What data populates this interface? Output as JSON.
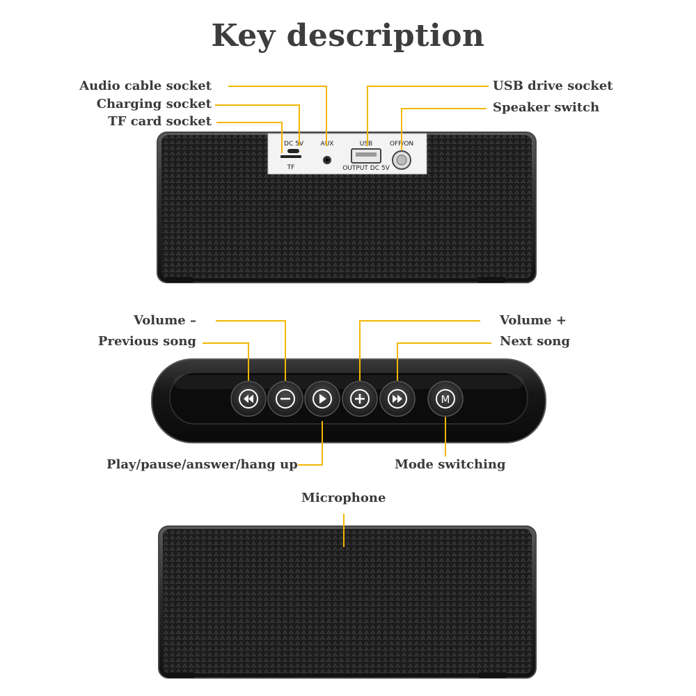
{
  "title": "Key description",
  "labels": {
    "audio_cable_socket": "Audio cable socket",
    "charging_socket": "Charging socket",
    "tf_card_socket": "TF card socket",
    "usb_drive_socket": "USB drive socket",
    "speaker_switch": "Speaker switch",
    "volume_minus": "Volume –",
    "previous_song": "Previous song",
    "volume_plus": "Volume +",
    "next_song": "Next song",
    "play_pause": "Play/pause/answer/hang up",
    "mode_switching": "Mode switching",
    "microphone": "Microphone"
  },
  "port_panel": {
    "dc": "DC 5V",
    "tf": "TF",
    "aux": "AUX",
    "usb": "USB",
    "output": "OUTPUT DC 5V",
    "switch": "OFF/ON"
  },
  "buttons": {
    "mode": "M"
  },
  "colors": {
    "callout_line": "#f2b705",
    "speaker_body": "#2b2b2b",
    "text": "#3a3a3a"
  }
}
